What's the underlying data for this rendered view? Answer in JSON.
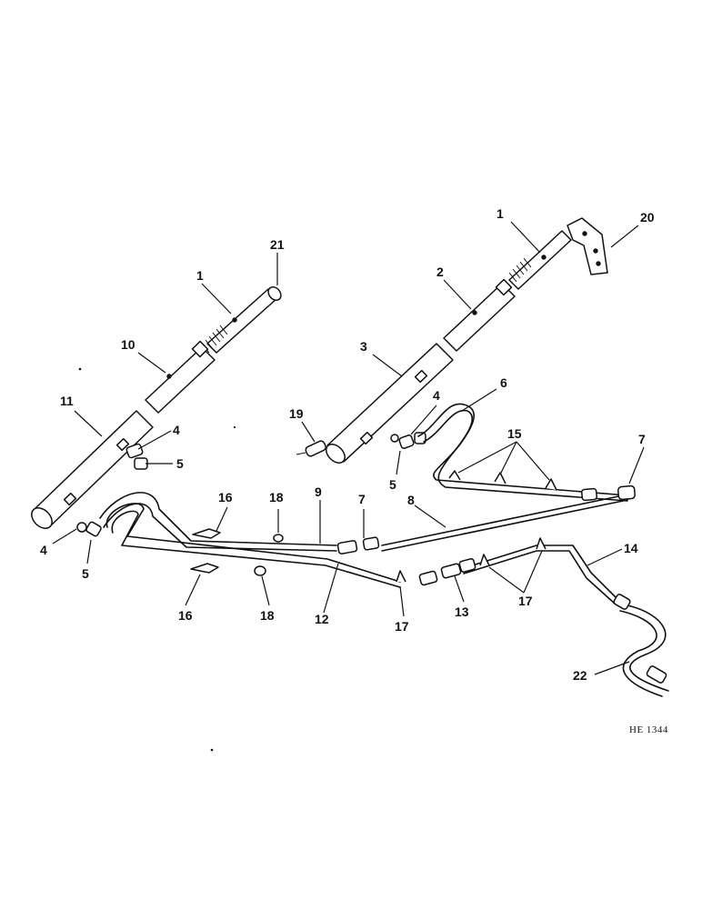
{
  "figure": {
    "reference_code": "HE 1344"
  },
  "callouts": {
    "c1a": "1",
    "c21": "21",
    "c10": "10",
    "c11": "11",
    "c4a": "4",
    "c5a": "5",
    "c4b": "4",
    "c5b": "5",
    "c1b": "1",
    "c20": "20",
    "c2": "2",
    "c3": "3",
    "c19": "19",
    "c4c": "4",
    "c5c": "5",
    "c6": "6",
    "c15": "15",
    "c7a": "7",
    "c16a": "16",
    "c18a": "18",
    "c9": "9",
    "c7b": "7",
    "c8": "8",
    "c16b": "16",
    "c18b": "18",
    "c12": "12",
    "c17a": "17",
    "c13": "13",
    "c17b": "17",
    "c14": "14",
    "c22": "22"
  },
  "colors": {
    "ink": "#111111",
    "paper": "#ffffff"
  }
}
